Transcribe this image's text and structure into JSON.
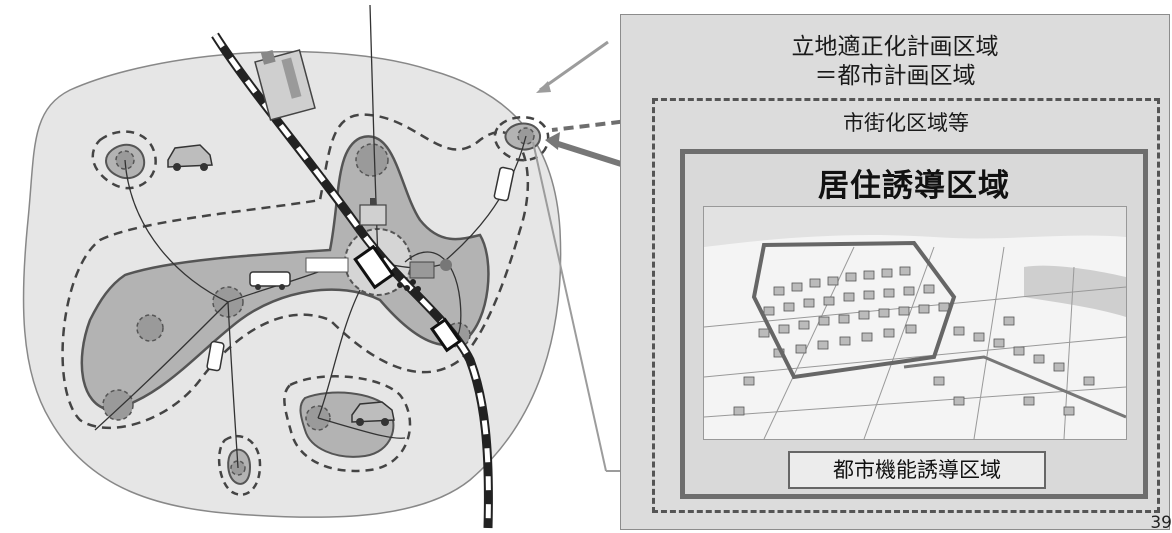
{
  "panel": {
    "title_line1": "立地適正化計画区域",
    "title_line2": "＝都市計画区域",
    "urban_area_label": "市街化区域等",
    "residential_area_label": "居住誘導区域",
    "urban_function_area_label": "都市機能誘導区域"
  },
  "page_number": "39",
  "colors": {
    "city_fill": "#e6e6e6",
    "zone_fill": "#b3b3b3",
    "center_fill": "#9a9a9a",
    "panel_fill": "#dcdcdc",
    "frame": "#6e6e6e"
  }
}
